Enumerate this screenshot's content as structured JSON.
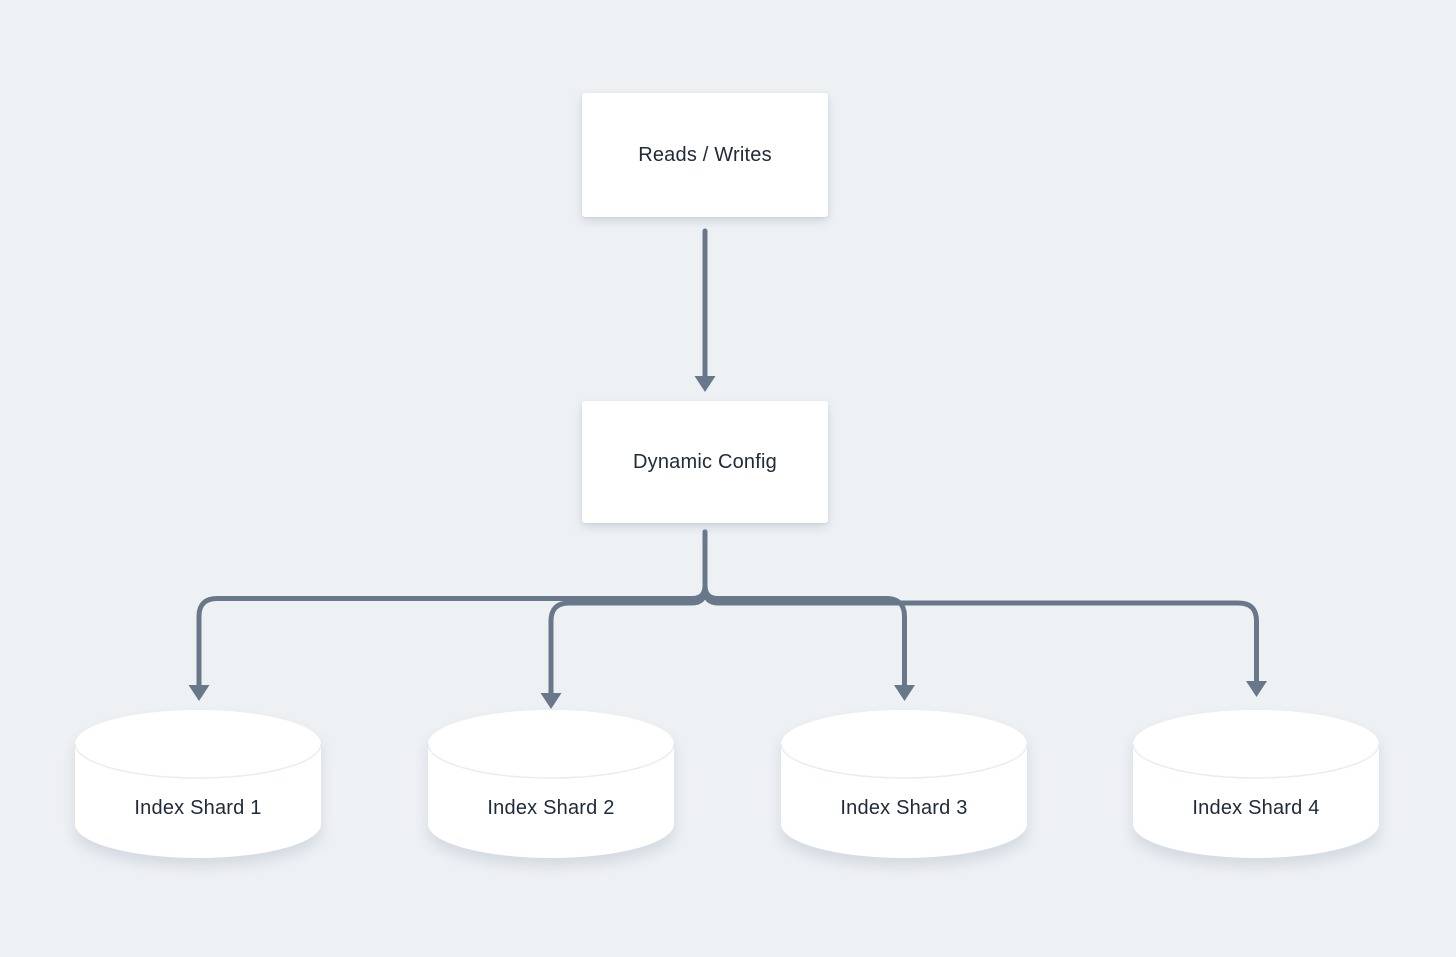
{
  "palette": {
    "canvas_bg": "#eef1f4",
    "connector": "#68788a",
    "node_fill": "#ffffff",
    "text": "#202b39",
    "cylinder_edge": "#e9edf1"
  },
  "nodes": {
    "source": {
      "label": "Reads / Writes"
    },
    "router": {
      "label": "Dynamic Config"
    },
    "shards": [
      {
        "label": "Index Shard 1"
      },
      {
        "label": "Index Shard 2"
      },
      {
        "label": "Index Shard 3"
      },
      {
        "label": "Index Shard 4"
      }
    ]
  }
}
